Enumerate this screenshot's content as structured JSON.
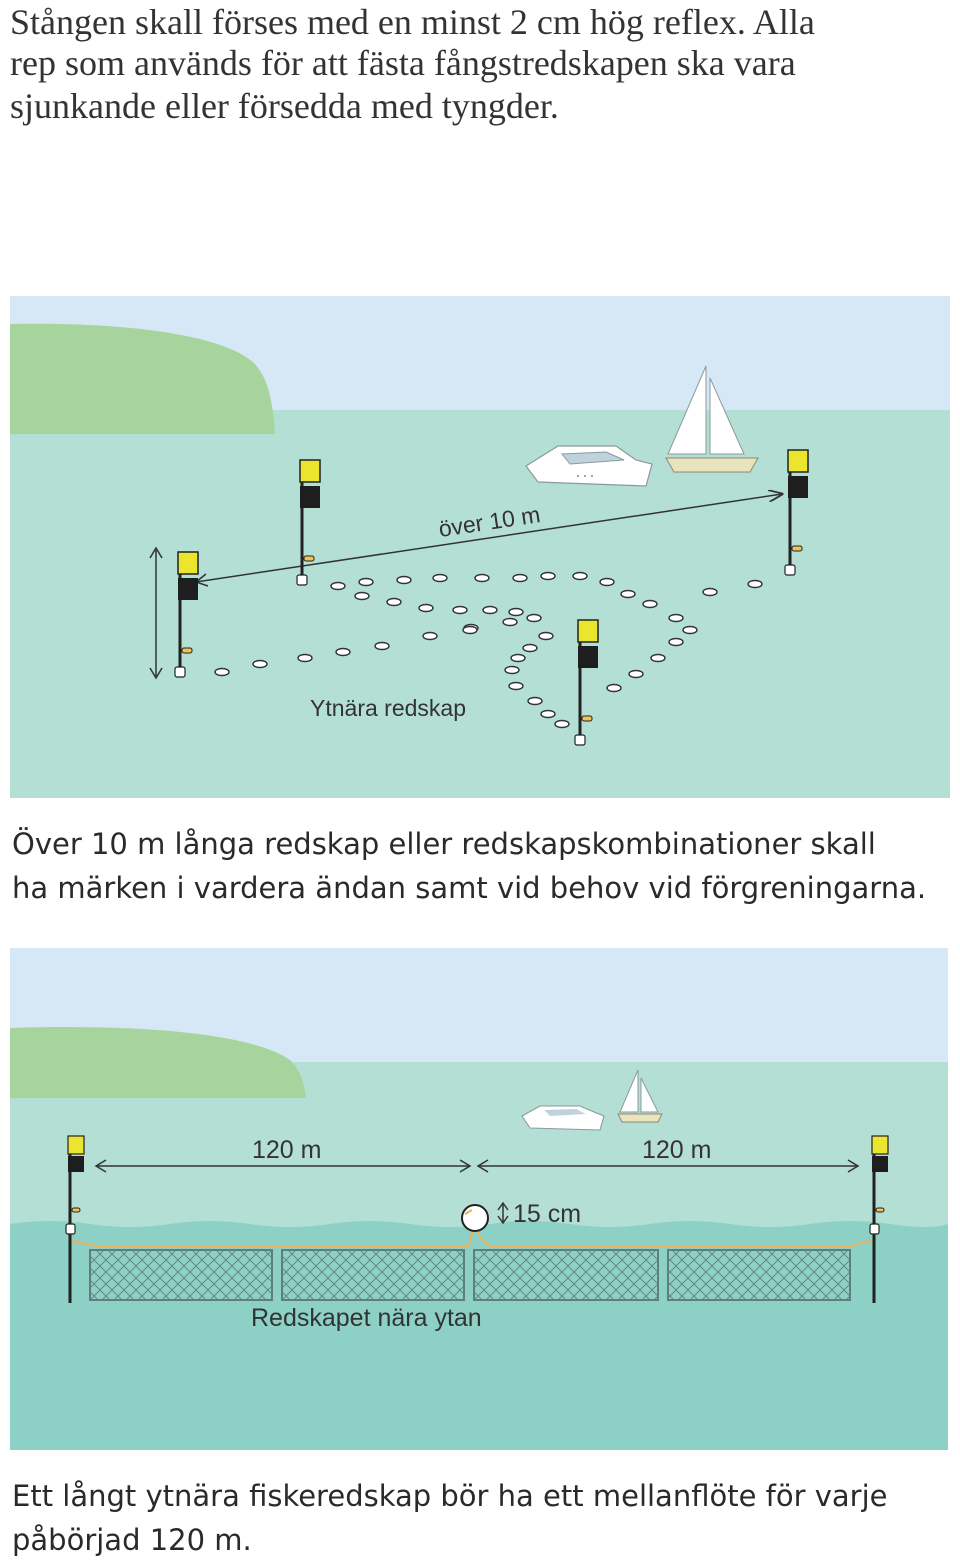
{
  "intro_text": {
    "line1": "Stången skall förses med en minst 2 cm hög reflex. Alla",
    "line2": "rep som används för att fästa fångstredskapen ska vara",
    "line3": "sjunkande eller försedda med tyngder."
  },
  "illustration_1": {
    "distance_label": "över 10 m",
    "gear_label": "Ytnära redskap"
  },
  "caption_1": {
    "line1": "Över 10 m långa redskap eller redskapskombinationer skall",
    "line2": "ha märken i vardera ändan samt vid behov vid förgreningarna."
  },
  "illustration_2": {
    "left_distance_label": "120 m",
    "right_distance_label": "120 m",
    "float_height_label": "15 cm",
    "gear_label": "Redskapet nära ytan"
  },
  "caption_2": {
    "line1": "Ett långt ytnära fiskeredskap bör ha ett mellanflöte för varje",
    "line2": "påbörjad 120 m."
  },
  "colors": {
    "sky": "#d6e8f5",
    "water": "#b4dfd4",
    "deep_water": "#8cd0c6",
    "land": "#a6d49c",
    "marker_flag_yellow": "#ece52e",
    "marker_flag_black": "#1e1e1e"
  }
}
